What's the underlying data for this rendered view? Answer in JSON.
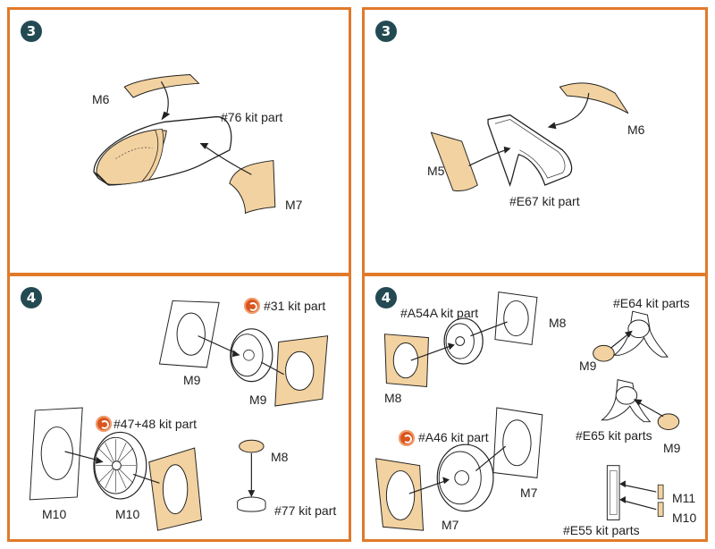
{
  "colors": {
    "border": "#e07a2b",
    "mask": "#f2d2a0",
    "step_badge": "#234a52",
    "glue_icon": "#d9561f"
  },
  "panels": [
    {
      "step": "3",
      "labels": {
        "m6": "M6",
        "kit": "#76 kit part",
        "m7": "M7"
      }
    },
    {
      "step": "3",
      "labels": {
        "m6": "M6",
        "m5": "M5",
        "kit": "#E67 kit part"
      }
    },
    {
      "step": "4",
      "labels": {
        "kit31": "#31 kit part",
        "m9a": "M9",
        "m9b": "M9",
        "kit4748": "#47+48 kit part",
        "m10a": "M10",
        "m10b": "M10",
        "m8": "M8",
        "kit77": "#77 kit part"
      }
    },
    {
      "step": "4",
      "labels": {
        "kitA54": "#A54A kit part",
        "m8a": "M8",
        "m8b": "M8",
        "kitE64": "#E64 kit parts",
        "m9a": "M9",
        "kitE65": "#E65 kit parts",
        "m9b": "M9",
        "kitA46": "#A46 kit part",
        "m7a": "M7",
        "m7b": "M7",
        "m11": "M11",
        "m10": "M10",
        "kitE55": "#E55 kit parts"
      }
    }
  ],
  "icons": [
    "step-badge",
    "glue-icon",
    "arrow-icon"
  ]
}
